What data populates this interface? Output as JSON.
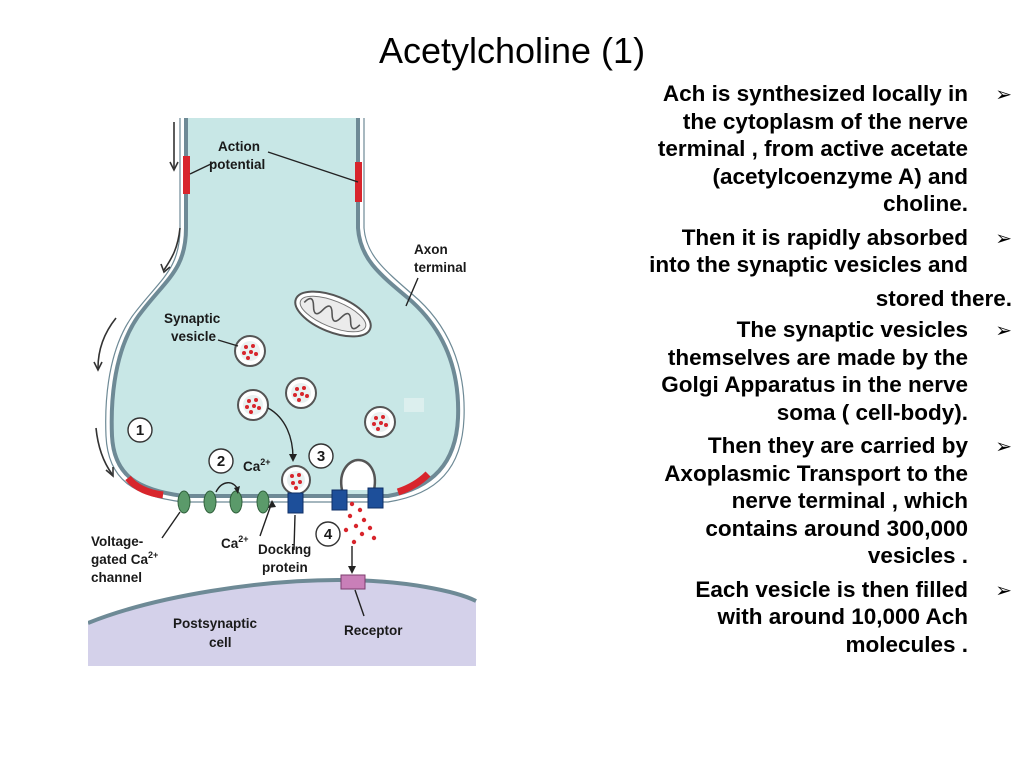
{
  "title": "Acetylcholine (1)",
  "bullets": [
    {
      "text": "Ach is synthesized locally in\nthe cytoplasm of the nerve\nterminal , from active acetate\n(acetylcoenzyme A) and\ncholine."
    },
    {
      "text": "Then it is rapidly absorbed\ninto the synaptic vesicles and",
      "extra": "stored there."
    },
    {
      "text": "The synaptic vesicles\nthemselves are made by the\nGolgi Apparatus in the nerve\nsoma ( cell-body)."
    },
    {
      "text": "Then they are carried by\nAxoplasmic Transport to the\nnerve terminal , which\ncontains around 300,000\nvesicles ."
    },
    {
      "text": "Each vesicle is then filled\nwith around 10,000 Ach\nmolecules ."
    }
  ],
  "bullet_icon": "arrow-bullet-icon",
  "diagram": {
    "labels": {
      "action_potential_1": "Action",
      "action_potential_2": "potential",
      "axon_terminal_1": "Axon",
      "axon_terminal_2": "terminal",
      "synaptic_vesicle_1": "Synaptic",
      "synaptic_vesicle_2": "vesicle",
      "voltage_gated_1": "Voltage-",
      "voltage_gated_2": "gated Ca",
      "voltage_gated_2_sup": "2+",
      "voltage_gated_3": "channel",
      "ca_upper": "Ca",
      "ca_upper_sup": "2+",
      "ca_lower": "Ca",
      "ca_lower_sup": "2+",
      "docking_1": "Docking",
      "docking_2": "protein",
      "postsynaptic_1": "Postsynaptic",
      "postsynaptic_2": "cell",
      "receptor": "Receptor"
    },
    "steps": [
      "1",
      "2",
      "3",
      "4"
    ],
    "colors": {
      "terminal_fill": "#c8e7e6",
      "membrane": "#6e8a96",
      "action_potential": "#d8252c",
      "channel": "#5b9a6a",
      "docking": "#1d4f9a",
      "vesicle_dot": "#d8252c",
      "postsynaptic": "#d4d1ea",
      "receptor": "#c97fb8"
    }
  }
}
